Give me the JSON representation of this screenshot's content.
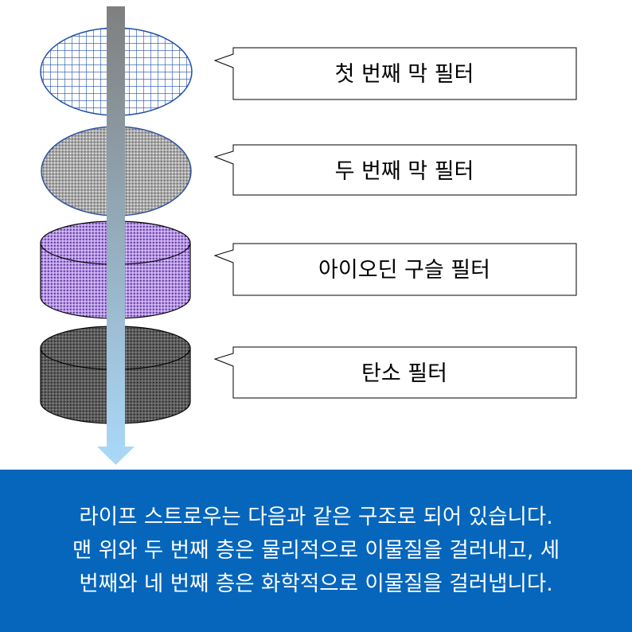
{
  "filters": [
    {
      "label": "첫 번째 막 필터"
    },
    {
      "label": "두 번째 막 필터"
    },
    {
      "label": "아이오딘 구슬 필터"
    },
    {
      "label": "탄소 필터"
    }
  ],
  "caption": {
    "lines": [
      "라이프 스트로우는 다음과 같은 구조로 되어 있습니다.",
      "맨 위와 두 번째 층은 물리적으로 이물질을 걸러내고, 세",
      "번째와 네 번째 층은 화학적으로 이물질을 걸러냅니다."
    ]
  },
  "colors": {
    "caption_bg": "#0566bc",
    "grid_line": "#1f4fa8",
    "membrane_gray": "#a9a9a9",
    "iodine_purple": "#b794e8",
    "carbon_gray": "#5e5e5e",
    "arrow_top": "#7f7f7f",
    "arrow_bottom": "#a9d6f5"
  }
}
